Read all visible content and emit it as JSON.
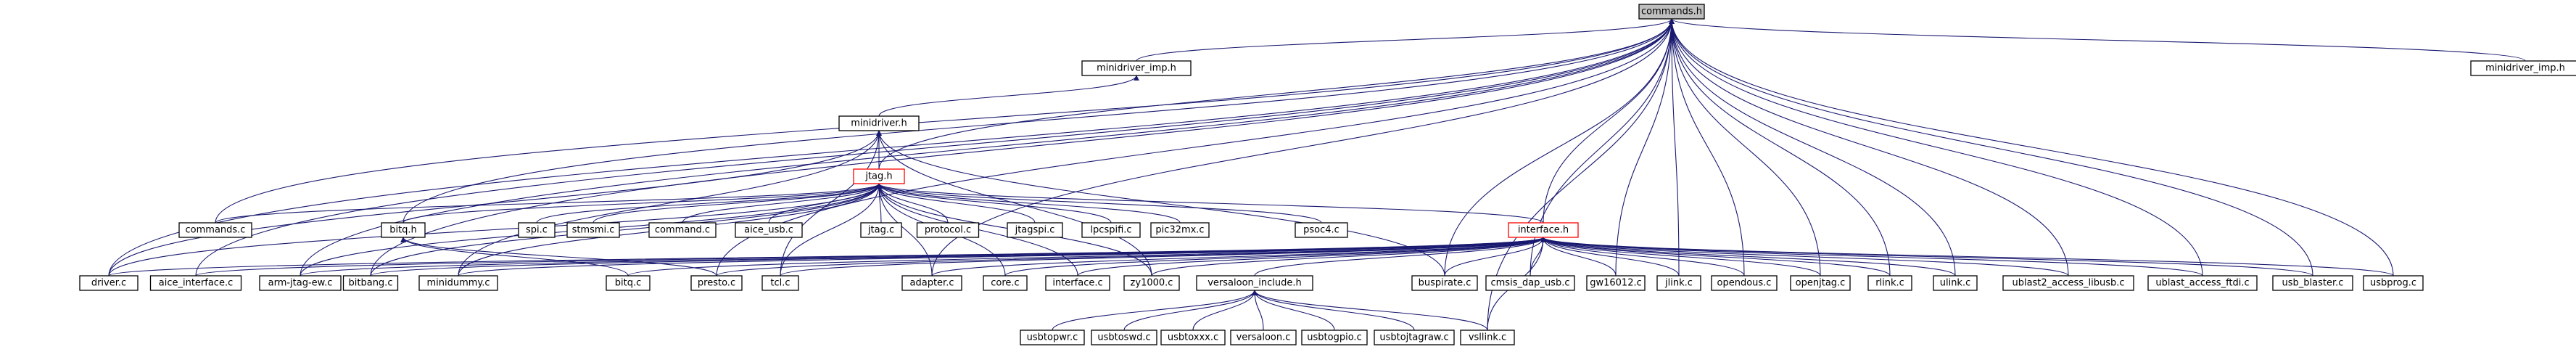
{
  "diagram": {
    "title": "",
    "nodes": [
      {
        "id": "commands_h",
        "label": "commands.h",
        "style": "root"
      },
      {
        "id": "minidriver_imp_h",
        "label": "minidriver_imp.h"
      },
      {
        "id": "minidriver_imp_h_2",
        "label": "minidriver_imp.h"
      },
      {
        "id": "minidriver_h",
        "label": "minidriver.h"
      },
      {
        "id": "jtag_h",
        "label": "jtag.h",
        "style": "red"
      },
      {
        "id": "commands_c",
        "label": "commands.c"
      },
      {
        "id": "bitq_h",
        "label": "bitq.h"
      },
      {
        "id": "spi_c",
        "label": "spi.c"
      },
      {
        "id": "stmsmi_c",
        "label": "stmsmi.c"
      },
      {
        "id": "command_c",
        "label": "command.c"
      },
      {
        "id": "aice_usb_c",
        "label": "aice_usb.c"
      },
      {
        "id": "jtag_c",
        "label": "jtag.c"
      },
      {
        "id": "protocol_c",
        "label": "protocol.c"
      },
      {
        "id": "jtagspi_c",
        "label": "jtagspi.c"
      },
      {
        "id": "lpcspifi_c",
        "label": "lpcspifi.c"
      },
      {
        "id": "pic32mx_c",
        "label": "pic32mx.c"
      },
      {
        "id": "psoc4_c",
        "label": "psoc4.c"
      },
      {
        "id": "interface_h",
        "label": "interface.h",
        "style": "red"
      },
      {
        "id": "driver_c",
        "label": "driver.c"
      },
      {
        "id": "aice_interface_c",
        "label": "aice_interface.c"
      },
      {
        "id": "arm_jtag_ew_c",
        "label": "arm-jtag-ew.c"
      },
      {
        "id": "bitbang_c",
        "label": "bitbang.c"
      },
      {
        "id": "minidummy_c",
        "label": "minidummy.c"
      },
      {
        "id": "bitq_c",
        "label": "bitq.c"
      },
      {
        "id": "presto_c",
        "label": "presto.c"
      },
      {
        "id": "tcl_c",
        "label": "tcl.c"
      },
      {
        "id": "adapter_c",
        "label": "adapter.c"
      },
      {
        "id": "core_c",
        "label": "core.c"
      },
      {
        "id": "interface_c",
        "label": "interface.c"
      },
      {
        "id": "zy1000_c",
        "label": "zy1000.c"
      },
      {
        "id": "versaloon_include_h",
        "label": "versaloon_include.h"
      },
      {
        "id": "buspirate_c",
        "label": "buspirate.c"
      },
      {
        "id": "cmsis_dap_usb_c",
        "label": "cmsis_dap_usb.c"
      },
      {
        "id": "gw16012_c",
        "label": "gw16012.c"
      },
      {
        "id": "jlink_c",
        "label": "jlink.c"
      },
      {
        "id": "opendous_c",
        "label": "opendous.c"
      },
      {
        "id": "openjtag_c",
        "label": "openjtag.c"
      },
      {
        "id": "rlink_c",
        "label": "rlink.c"
      },
      {
        "id": "ulink_c",
        "label": "ulink.c"
      },
      {
        "id": "ublast2_c",
        "label": "ublast2_access_libusb.c"
      },
      {
        "id": "ublast_ftdi_c",
        "label": "ublast_access_ftdi.c"
      },
      {
        "id": "usb_blaster_c",
        "label": "usb_blaster.c"
      },
      {
        "id": "usbprog_c",
        "label": "usbprog.c"
      },
      {
        "id": "usbtopwr_c",
        "label": "usbtopwr.c"
      },
      {
        "id": "usbtoswd_c",
        "label": "usbtoswd.c"
      },
      {
        "id": "usbtoxxx_c",
        "label": "usbtoxxx.c"
      },
      {
        "id": "versaloon_c",
        "label": "versaloon.c"
      },
      {
        "id": "usbtogpio_c",
        "label": "usbtogpio.c"
      },
      {
        "id": "usbtojtagraw_c",
        "label": "usbtojtagraw.c"
      },
      {
        "id": "vsllink_c",
        "label": "vsllink.c"
      }
    ],
    "edges": [
      [
        "minidriver_imp_h",
        "commands_h"
      ],
      [
        "minidriver_imp_h_2",
        "commands_h"
      ],
      [
        "minidriver_h",
        "minidriver_imp_h"
      ],
      [
        "jtag_h",
        "minidriver_h"
      ],
      [
        "jtag_h",
        "commands_h"
      ],
      [
        "commands_c",
        "commands_h"
      ],
      [
        "driver_c",
        "commands_h"
      ],
      [
        "aice_interface_c",
        "commands_h"
      ],
      [
        "arm_jtag_ew_c",
        "commands_h"
      ],
      [
        "bitq_h",
        "commands_h"
      ],
      [
        "bitbang_c",
        "commands_h"
      ],
      [
        "presto_c",
        "commands_h"
      ],
      [
        "adapter_c",
        "commands_h"
      ],
      [
        "buspirate_c",
        "commands_h"
      ],
      [
        "cmsis_dap_usb_c",
        "commands_h"
      ],
      [
        "gw16012_c",
        "commands_h"
      ],
      [
        "jlink_c",
        "commands_h"
      ],
      [
        "opendous_c",
        "commands_h"
      ],
      [
        "openjtag_c",
        "commands_h"
      ],
      [
        "rlink_c",
        "commands_h"
      ],
      [
        "ulink_c",
        "commands_h"
      ],
      [
        "ublast2_c",
        "commands_h"
      ],
      [
        "ublast_ftdi_c",
        "commands_h"
      ],
      [
        "usb_blaster_c",
        "commands_h"
      ],
      [
        "usbprog_c",
        "commands_h"
      ],
      [
        "vsllink_c",
        "commands_h"
      ],
      [
        "interface_h",
        "commands_h"
      ],
      [
        "commands_c",
        "jtag_h"
      ],
      [
        "bitq_h",
        "jtag_h"
      ],
      [
        "spi_c",
        "jtag_h"
      ],
      [
        "stmsmi_c",
        "jtag_h"
      ],
      [
        "command_c",
        "jtag_h"
      ],
      [
        "aice_usb_c",
        "jtag_h"
      ],
      [
        "jtag_c",
        "jtag_h"
      ],
      [
        "protocol_c",
        "jtag_h"
      ],
      [
        "jtagspi_c",
        "jtag_h"
      ],
      [
        "lpcspifi_c",
        "jtag_h"
      ],
      [
        "pic32mx_c",
        "jtag_h"
      ],
      [
        "psoc4_c",
        "jtag_h"
      ],
      [
        "interface_h",
        "jtag_h"
      ],
      [
        "driver_c",
        "jtag_h"
      ],
      [
        "minidummy_c",
        "jtag_h"
      ],
      [
        "bitbang_c",
        "jtag_h"
      ],
      [
        "adapter_c",
        "jtag_h"
      ],
      [
        "tcl_c",
        "jtag_h"
      ],
      [
        "core_c",
        "jtag_h"
      ],
      [
        "interface_c",
        "jtag_h"
      ],
      [
        "zy1000_c",
        "jtag_h"
      ],
      [
        "arm_jtag_ew_c",
        "jtag_h"
      ],
      [
        "driver_c",
        "minidriver_h"
      ],
      [
        "minidummy_c",
        "minidriver_h"
      ],
      [
        "tcl_c",
        "minidriver_h"
      ],
      [
        "zy1000_c",
        "minidriver_h"
      ],
      [
        "buspirate_c",
        "minidriver_h"
      ],
      [
        "bitq_c",
        "bitq_h"
      ],
      [
        "presto_c",
        "bitq_h"
      ],
      [
        "driver_c",
        "interface_h"
      ],
      [
        "aice_interface_c",
        "interface_h"
      ],
      [
        "arm_jtag_ew_c",
        "interface_h"
      ],
      [
        "bitbang_c",
        "interface_h"
      ],
      [
        "minidummy_c",
        "interface_h"
      ],
      [
        "bitq_c",
        "interface_h"
      ],
      [
        "presto_c",
        "interface_h"
      ],
      [
        "tcl_c",
        "interface_h"
      ],
      [
        "adapter_c",
        "interface_h"
      ],
      [
        "core_c",
        "interface_h"
      ],
      [
        "interface_c",
        "interface_h"
      ],
      [
        "zy1000_c",
        "interface_h"
      ],
      [
        "versaloon_include_h",
        "interface_h"
      ],
      [
        "buspirate_c",
        "interface_h"
      ],
      [
        "cmsis_dap_usb_c",
        "interface_h"
      ],
      [
        "gw16012_c",
        "interface_h"
      ],
      [
        "jlink_c",
        "interface_h"
      ],
      [
        "opendous_c",
        "interface_h"
      ],
      [
        "openjtag_c",
        "interface_h"
      ],
      [
        "rlink_c",
        "interface_h"
      ],
      [
        "ulink_c",
        "interface_h"
      ],
      [
        "ublast2_c",
        "interface_h"
      ],
      [
        "ublast_ftdi_c",
        "interface_h"
      ],
      [
        "usb_blaster_c",
        "interface_h"
      ],
      [
        "usbprog_c",
        "interface_h"
      ],
      [
        "vsllink_c",
        "interface_h"
      ],
      [
        "usbtopwr_c",
        "versaloon_include_h"
      ],
      [
        "usbtoswd_c",
        "versaloon_include_h"
      ],
      [
        "usbtoxxx_c",
        "versaloon_include_h"
      ],
      [
        "versaloon_c",
        "versaloon_include_h"
      ],
      [
        "usbtogpio_c",
        "versaloon_include_h"
      ],
      [
        "usbtojtagraw_c",
        "versaloon_include_h"
      ],
      [
        "vsllink_c",
        "versaloon_include_h"
      ]
    ]
  }
}
